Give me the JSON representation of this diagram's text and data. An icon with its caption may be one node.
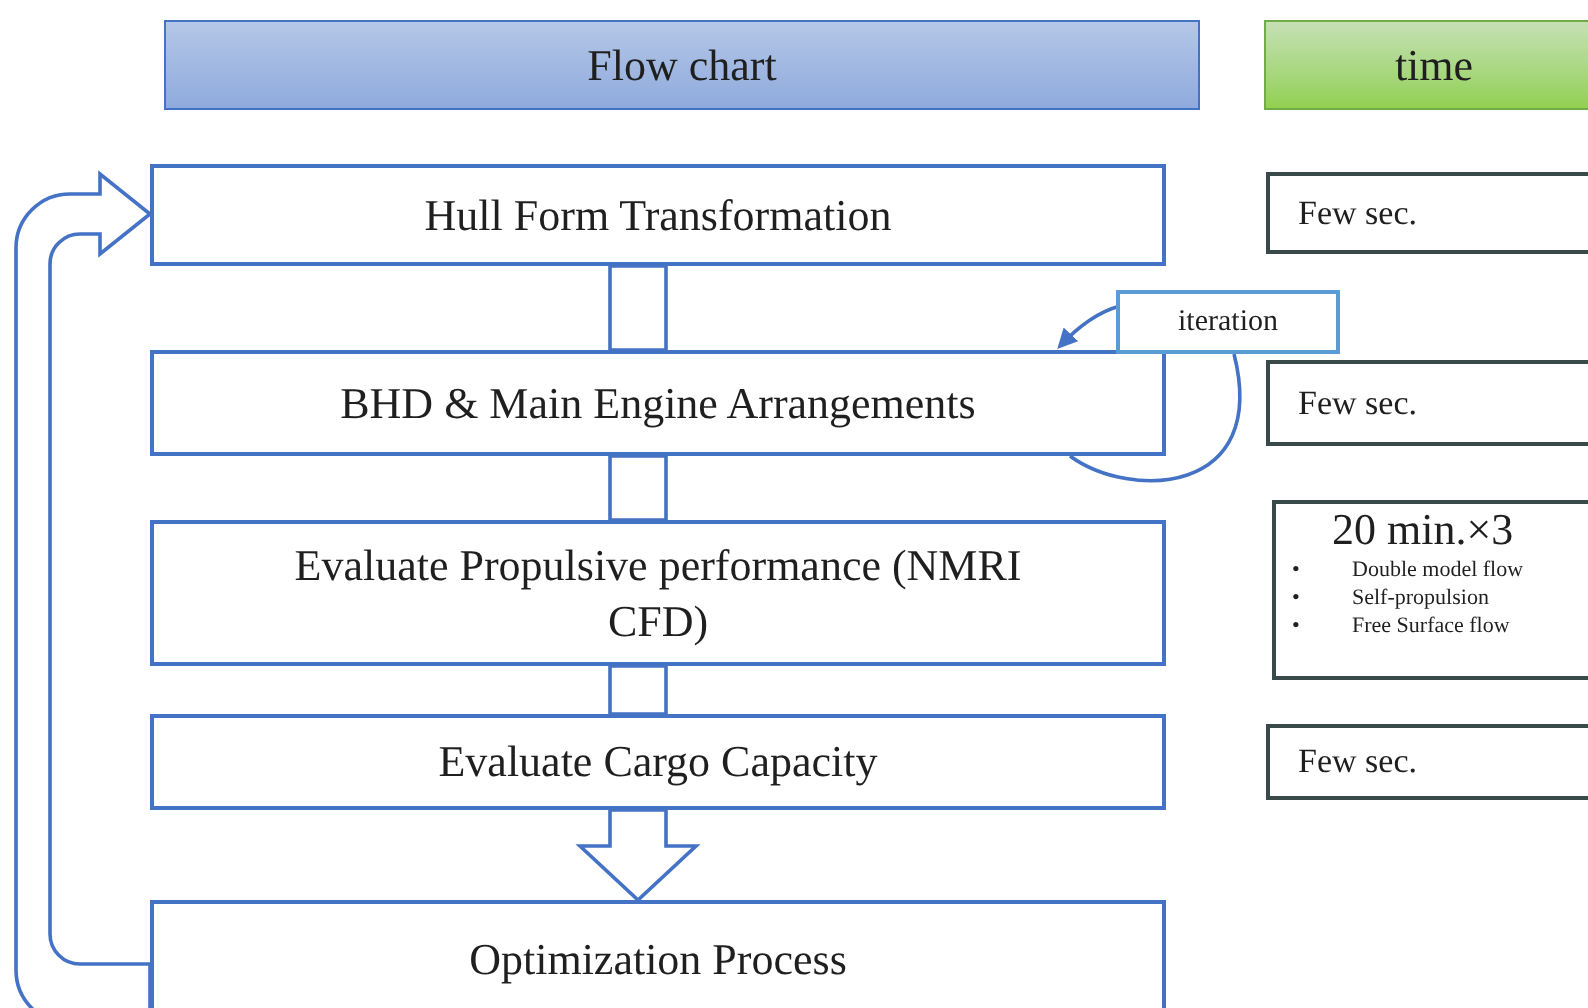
{
  "diagram": {
    "nodes": [
      {
        "text": [
          "Flow chart"
        ]
      },
      {
        "text": [
          "time"
        ]
      },
      {
        "text": [
          "Hull Form Transformation"
        ]
      },
      {
        "text": [
          "BHD & Main Engine Arrangements"
        ]
      },
      {
        "text": [
          "Evaluate Propulsive performance (NMRI CFD)"
        ]
      },
      {
        "text": [
          "Evaluate Cargo Capacity"
        ]
      },
      {
        "text": [
          "Optimization Process"
        ]
      },
      {
        "text": [
          "Few sec."
        ]
      },
      {
        "text": [
          "Few sec."
        ]
      },
      {
        "text": [
          "20 min.×3",
          "Double model flow",
          "Self-propulsion",
          "Free Surface flow"
        ]
      },
      {
        "text": [
          "Few sec."
        ]
      },
      {
        "text": [
          "iteration"
        ]
      }
    ],
    "edges": [
      {
        "from": 2,
        "to": 3,
        "arrow": "none"
      },
      {
        "from": 3,
        "to": 4,
        "arrow": "none"
      },
      {
        "from": 4,
        "to": 5,
        "arrow": "none"
      },
      {
        "from": 5,
        "to": 6,
        "arrow": "to"
      },
      {
        "from": 6,
        "to": 2,
        "arrow": "to"
      },
      {
        "from": 11,
        "to": 3,
        "arrow": "to"
      },
      {
        "from": 3,
        "to": 11,
        "arrow": "none"
      }
    ],
    "labels": [
      "•",
      "•",
      "•"
    ]
  }
}
